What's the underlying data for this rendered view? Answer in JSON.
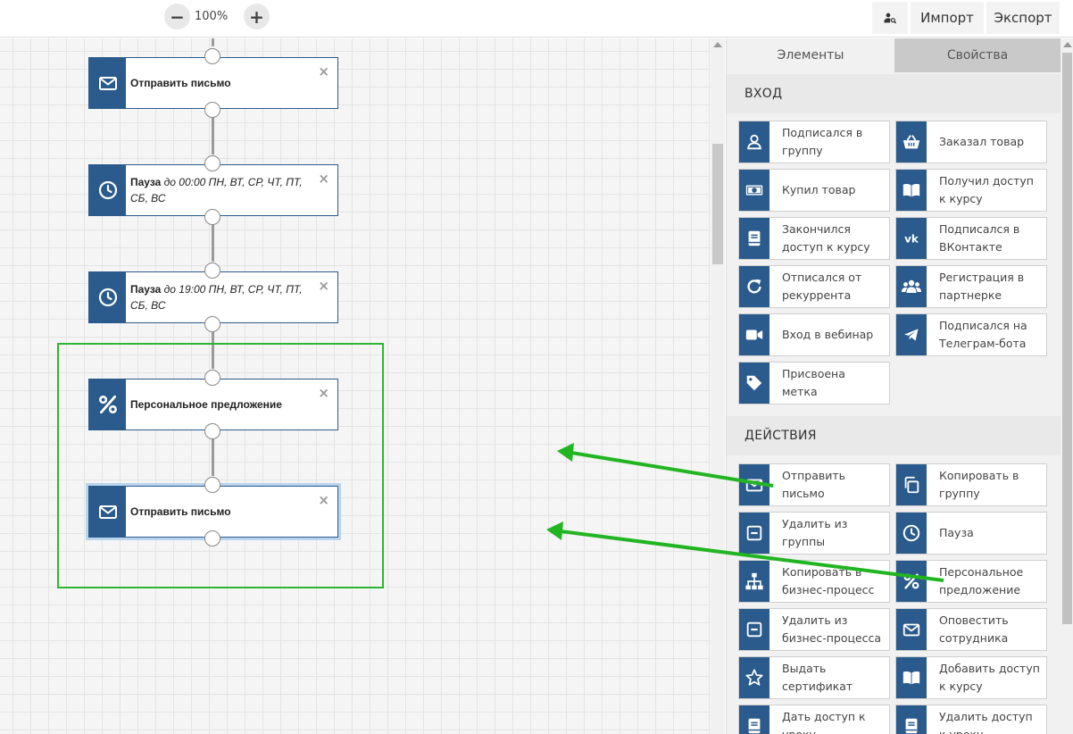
{
  "toolbar": {
    "zoom_out_icon": "−",
    "zoom_level": "100%",
    "zoom_in_icon": "+",
    "user_search_icon": "user-search-icon",
    "import_label": "Импорт",
    "export_label": "Экспорт"
  },
  "canvas": {
    "nodes": [
      {
        "icon": "envelope-icon",
        "title": "Отправить письмо",
        "detail": ""
      },
      {
        "icon": "clock-icon",
        "title": "Пауза",
        "detail": "до 00:00 ПН, ВТ, СР, ЧТ, ПТ, СБ, ВС"
      },
      {
        "icon": "clock-icon",
        "title": "Пауза",
        "detail": "до 19:00 ПН, ВТ, СР, ЧТ, ПТ, СБ, ВС"
      },
      {
        "icon": "percent-icon",
        "title": "Персональное предложение",
        "detail": ""
      },
      {
        "icon": "envelope-icon",
        "title": "Отправить письмо",
        "detail": ""
      }
    ],
    "close_glyph": "×",
    "group_color": "#2fb52f",
    "arrow_color": "#22b522"
  },
  "panel": {
    "tabs": [
      {
        "label": "Элементы",
        "active": true
      },
      {
        "label": "Свойства",
        "active": false
      }
    ],
    "sections": [
      {
        "title": "ВХОД",
        "items": [
          {
            "icon": "user-icon",
            "label": "Подписался в группу"
          },
          {
            "icon": "basket-icon",
            "label": "Заказал товар"
          },
          {
            "icon": "money-icon",
            "label": "Купил товар"
          },
          {
            "icon": "book-open-icon",
            "label": "Получил доступ к курсу"
          },
          {
            "icon": "book-icon",
            "label": "Закончился доступ к курсу"
          },
          {
            "icon": "vk-icon",
            "label": "Подписался в ВКонтакте"
          },
          {
            "icon": "redo-icon",
            "label": "Отписался от рекуррента"
          },
          {
            "icon": "users-icon",
            "label": "Регистрация в партнерке"
          },
          {
            "icon": "video-icon",
            "label": "Вход в вебинар"
          },
          {
            "icon": "telegram-icon",
            "label": "Подписался на Телеграм-бота"
          },
          {
            "icon": "tag-icon",
            "label": "Присвоена метка"
          }
        ]
      },
      {
        "title": "ДЕЙСТВИЯ",
        "items": [
          {
            "icon": "envelope-icon",
            "label": "Отправить письмо"
          },
          {
            "icon": "copy-icon",
            "label": "Копировать в группу"
          },
          {
            "icon": "minus-square-icon",
            "label": "Удалить из группы"
          },
          {
            "icon": "clock-icon",
            "label": "Пауза"
          },
          {
            "icon": "sitemap-icon",
            "label": "Копировать в бизнес-процесс"
          },
          {
            "icon": "percent-icon",
            "label": "Персональное предложение"
          },
          {
            "icon": "minus-square-icon",
            "label": "Удалить из бизнес-процесса"
          },
          {
            "icon": "envelope-icon",
            "label": "Оповестить сотрудника"
          },
          {
            "icon": "star-icon",
            "label": "Выдать сертификат"
          },
          {
            "icon": "book-open-icon",
            "label": "Добавить доступ к курсу"
          },
          {
            "icon": "book-icon",
            "label": "Дать доступ к уроку"
          },
          {
            "icon": "book-icon",
            "label": "Удалить доступ к уроку"
          }
        ]
      }
    ]
  },
  "colors": {
    "node_blue": "#2a5b8c",
    "arrow_green": "#22b522"
  }
}
